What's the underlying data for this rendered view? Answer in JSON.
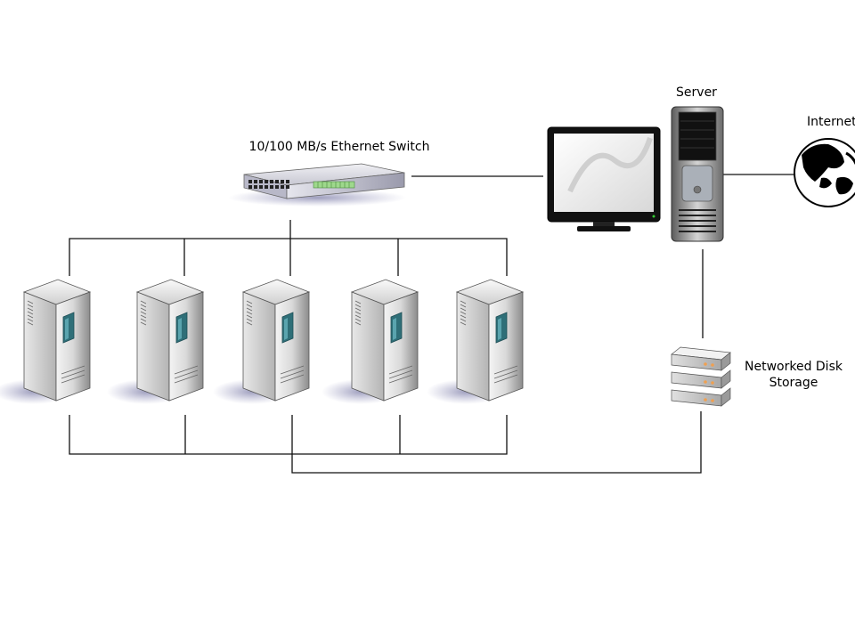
{
  "diagram": {
    "labels": {
      "switch": "10/100 MB/s Ethernet Switch",
      "server": "Server",
      "internet": "Internet",
      "storage_line1": "Networked Disk",
      "storage_line2": "Storage"
    },
    "nodes": [
      {
        "id": "switch",
        "icon": "ethernet-switch-icon"
      },
      {
        "id": "monitor",
        "icon": "monitor-icon"
      },
      {
        "id": "server",
        "icon": "server-tower-icon"
      },
      {
        "id": "internet",
        "icon": "globe-icon"
      },
      {
        "id": "storage",
        "icon": "disk-storage-icon"
      },
      {
        "id": "node-1",
        "icon": "cluster-node-icon"
      },
      {
        "id": "node-2",
        "icon": "cluster-node-icon"
      },
      {
        "id": "node-3",
        "icon": "cluster-node-icon"
      },
      {
        "id": "node-4",
        "icon": "cluster-node-icon"
      },
      {
        "id": "node-5",
        "icon": "cluster-node-icon"
      }
    ],
    "connections": [
      {
        "from": "switch",
        "to": "monitor"
      },
      {
        "from": "server",
        "to": "internet"
      },
      {
        "from": "server",
        "to": "storage"
      },
      {
        "from": "switch",
        "to": "node-1"
      },
      {
        "from": "switch",
        "to": "node-2"
      },
      {
        "from": "switch",
        "to": "node-3"
      },
      {
        "from": "switch",
        "to": "node-4"
      },
      {
        "from": "switch",
        "to": "node-5"
      },
      {
        "from": "storage",
        "to": "node-3"
      }
    ]
  }
}
